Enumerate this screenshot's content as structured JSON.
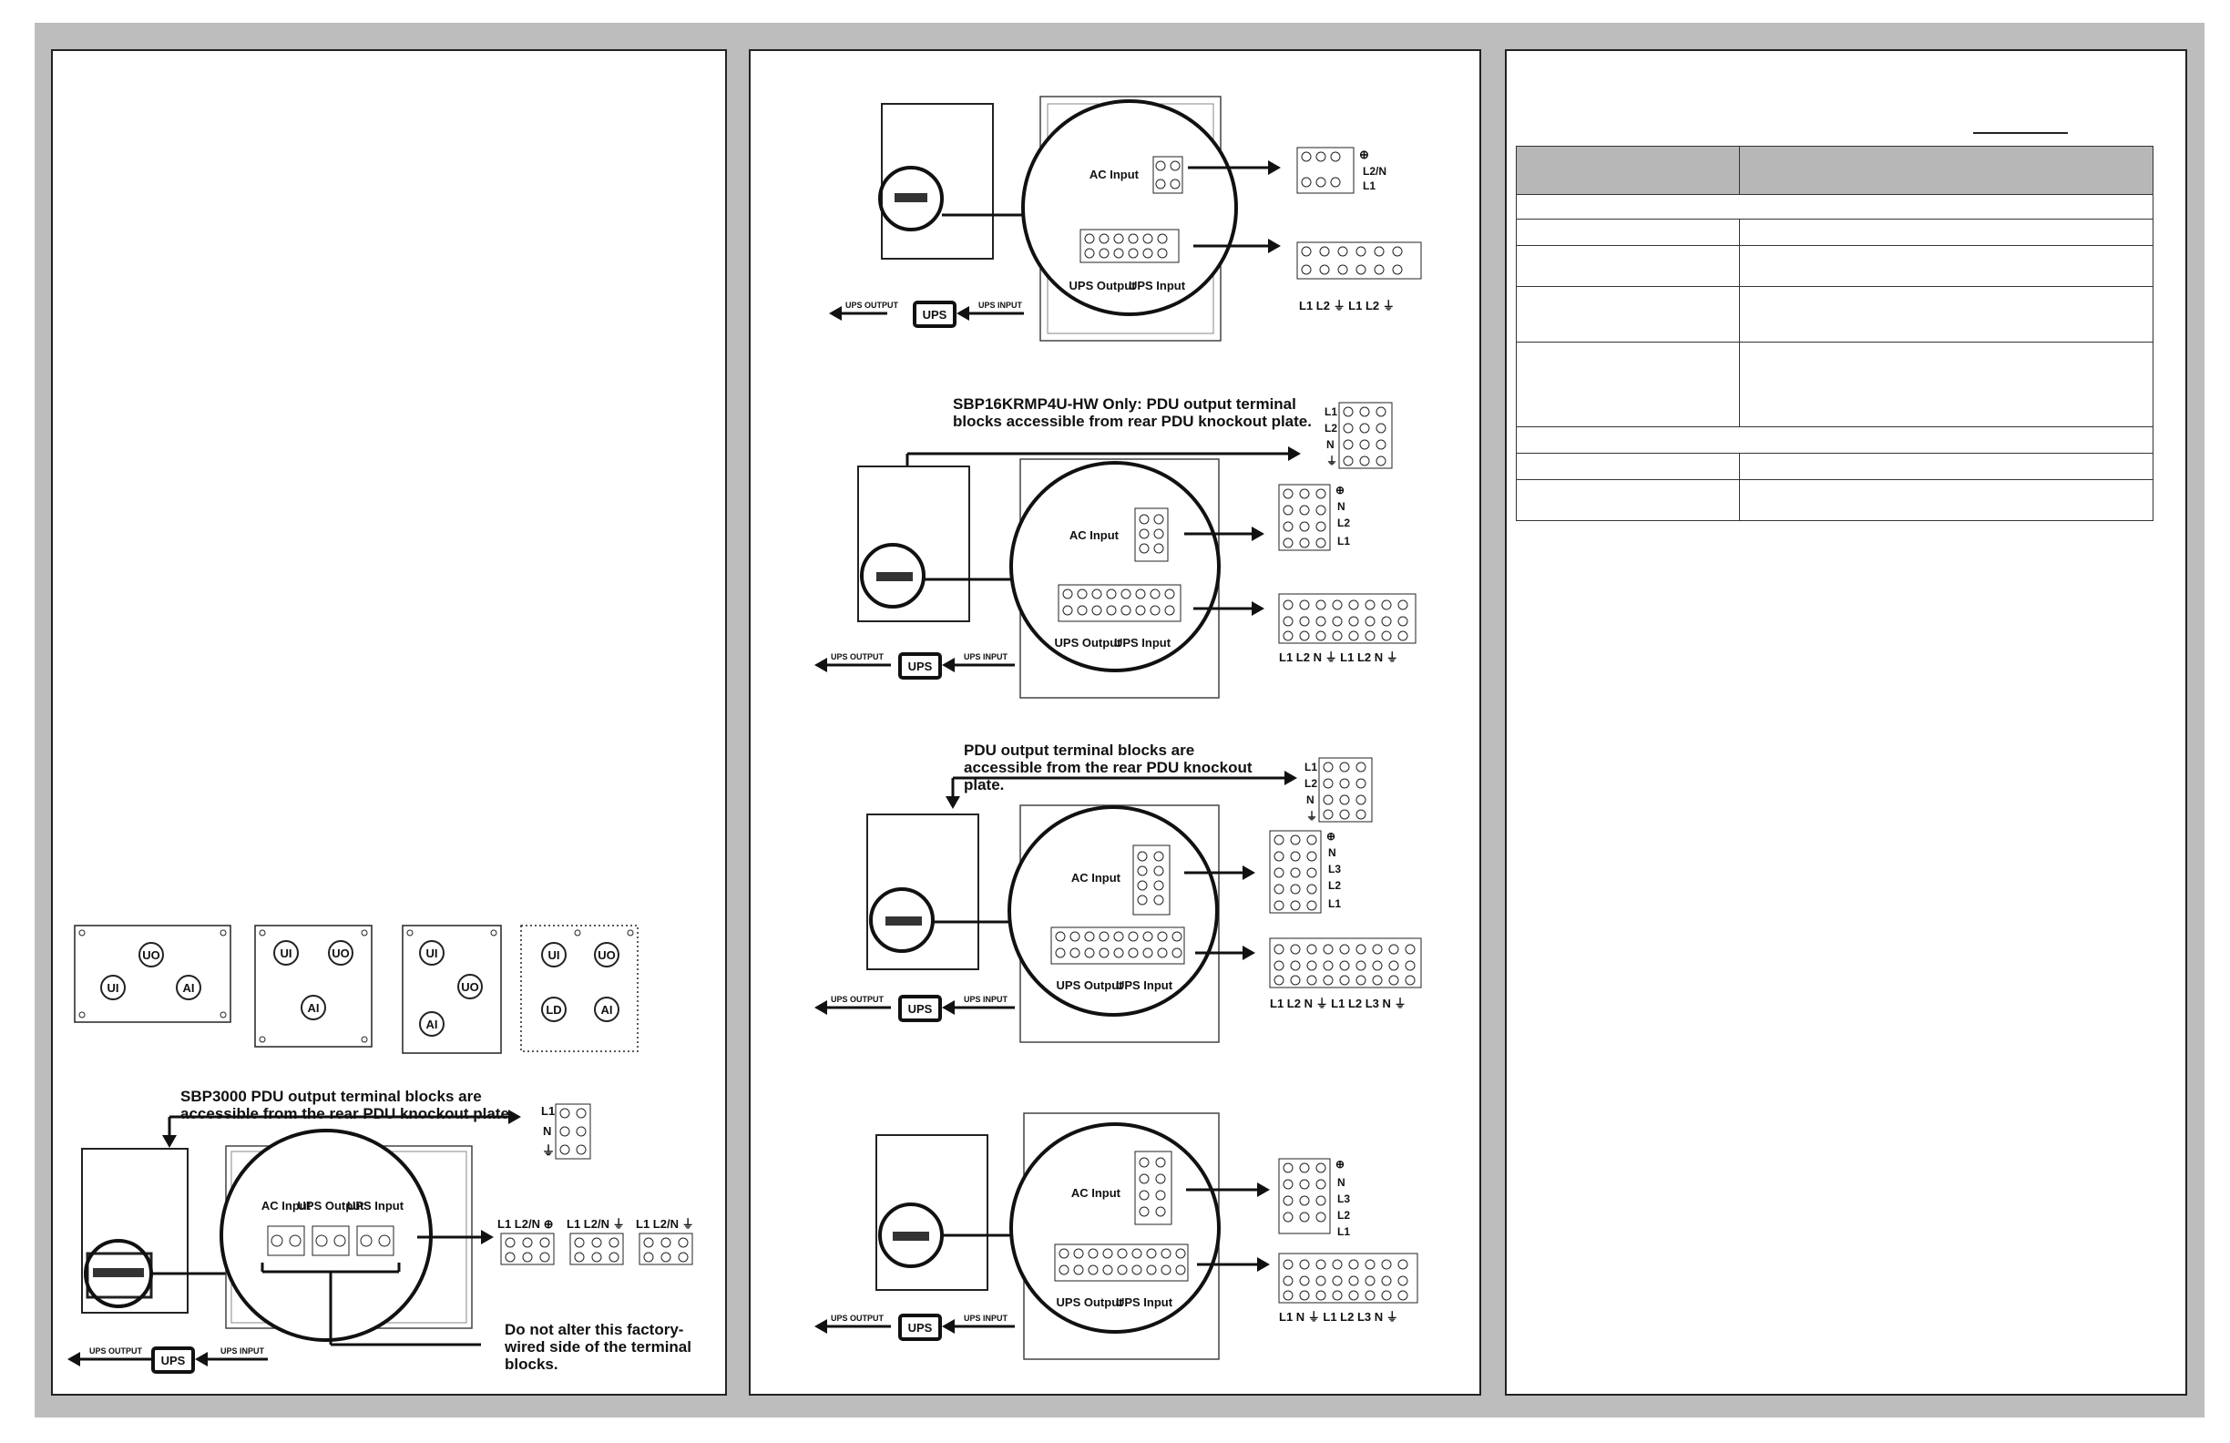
{
  "panel1": {
    "knockouts": [
      {
        "labels": [
          "UO",
          "UI",
          "AI"
        ]
      },
      {
        "labels": [
          "UI",
          "UO",
          "AI"
        ]
      },
      {
        "labels": [
          "UI",
          "UO",
          "AI"
        ]
      },
      {
        "labels": [
          "UI",
          "UO",
          "LD",
          "AI"
        ]
      }
    ],
    "sbp3000": {
      "note": "SBP3000 PDU output terminal blocks are accessible from the rear PDU knockout plate.",
      "warning": "Do not alter this factory-wired side of the terminal blocks.",
      "labels": {
        "ac_input": "AC Input",
        "ups_output": "UPS Output",
        "ups_input": "UPS Input",
        "l1": "L1",
        "n": "N",
        "l2n": "L2/N",
        "ground": "⏚",
        "ground_circle": "⊕",
        "ups": "UPS",
        "ups_output_arrow": "UPS OUTPUT",
        "ups_input_arrow": "UPS INPUT"
      }
    }
  },
  "panel2": {
    "diagram1": {
      "labels": {
        "ac_input": "AC Input",
        "ups_output": "UPS Output",
        "ups_input": "UPS Input",
        "l2n": "L2/N",
        "l1": "L1",
        "ground_circle": "⊕",
        "bottom": "L1 L2 ⏚  L1 L2 ⏚",
        "ups": "UPS",
        "ups_output_arrow": "UPS OUTPUT",
        "ups_input_arrow": "UPS INPUT"
      }
    },
    "diagram2": {
      "note": "SBP16KRMP4U-HW Only: PDU output terminal blocks accessible from rear PDU knockout plate.",
      "labels": {
        "ac_input": "AC Input",
        "ups_output": "UPS Output",
        "ups_input": "UPS Input",
        "right_top": [
          "L1",
          "L2",
          "N",
          "⏚"
        ],
        "right_mid": [
          "⊕",
          "N",
          "L2",
          "L1"
        ],
        "bottom": "L1 L2 N ⏚  L1 L2 N ⏚",
        "ups": "UPS",
        "ups_output_arrow": "UPS OUTPUT",
        "ups_input_arrow": "UPS INPUT"
      }
    },
    "diagram3": {
      "note": "PDU output terminal blocks are accessible from the rear PDU knockout plate.",
      "labels": {
        "ac_input": "AC Input",
        "ups_output": "UPS Output",
        "ups_input": "UPS Input",
        "right_top": [
          "L1",
          "L2",
          "N",
          "⏚"
        ],
        "right_mid": [
          "⊕",
          "N",
          "L3",
          "L2",
          "L1"
        ],
        "bottom": "L1  L2 N ⏚   L1 L2 L3 N ⏚",
        "ups": "UPS",
        "ups_output_arrow": "UPS OUTPUT",
        "ups_input_arrow": "UPS INPUT"
      }
    },
    "diagram4": {
      "labels": {
        "ac_input": "AC Input",
        "ups_output": "UPS Output",
        "ups_input": "UPS Input",
        "right_mid": [
          "⊕",
          "N",
          "L3",
          "L2",
          "L1"
        ],
        "bottom": "L1 N ⏚  L1 L2 L3 N ⏚",
        "ups": "UPS",
        "ups_output_arrow": "UPS OUTPUT",
        "ups_input_arrow": "UPS INPUT"
      }
    }
  }
}
